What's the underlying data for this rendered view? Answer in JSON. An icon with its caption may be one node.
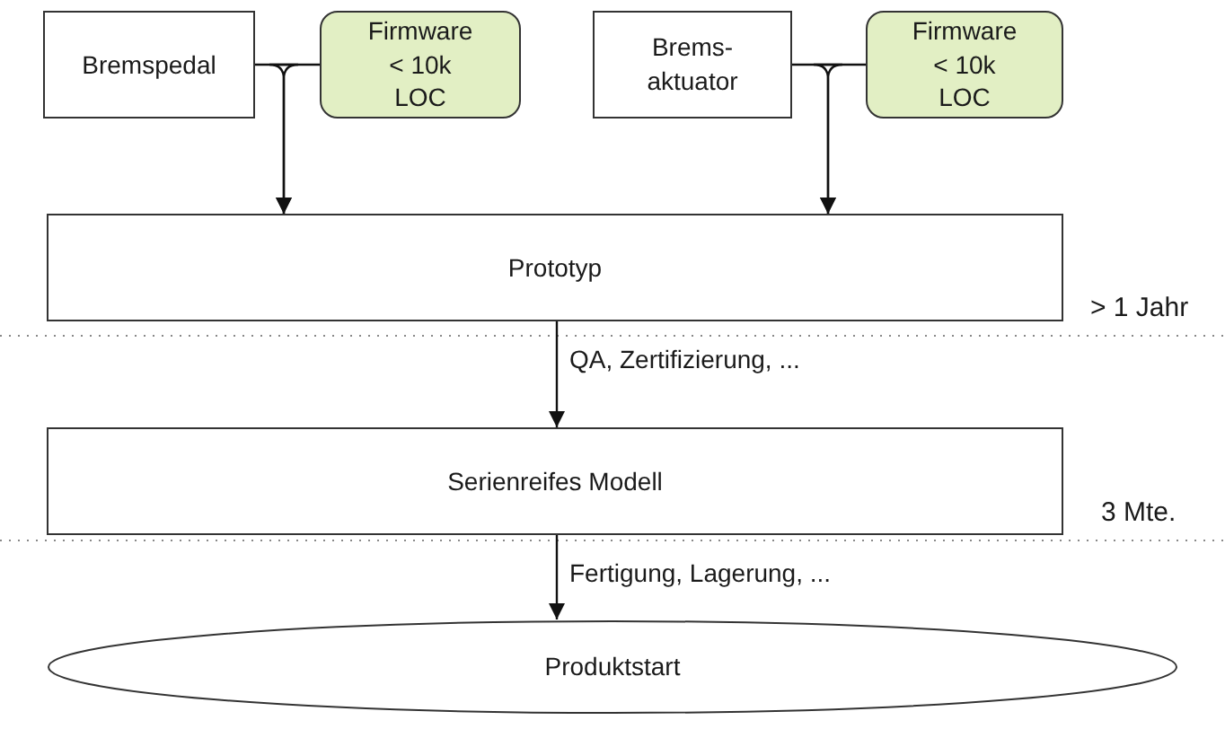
{
  "diagram": {
    "nodes": [
      {
        "text": [
          "Bremspedal"
        ]
      },
      {
        "text": [
          "Firmware < 10k LOC"
        ]
      },
      {
        "text": [
          "Brems- aktuator"
        ]
      },
      {
        "text": [
          "Firmware < 10k LOC"
        ]
      },
      {
        "text": [
          "Prototyp"
        ]
      },
      {
        "text": [
          "Serienreifes Modell"
        ]
      },
      {
        "text": [
          "Produktstart"
        ]
      }
    ],
    "edges": [
      {
        "from": 0,
        "to": 4,
        "arrow": "to"
      },
      {
        "from": 1,
        "to": 4,
        "arrow": "to"
      },
      {
        "from": 2,
        "to": 4,
        "arrow": "to"
      },
      {
        "from": 3,
        "to": 4,
        "arrow": "to"
      },
      {
        "from": 4,
        "to": 5,
        "arrow": "to",
        "label": "QA, Zertifizierung, ..."
      },
      {
        "from": 5,
        "to": 6,
        "arrow": "to",
        "label": "Fertigung, Lagerung, ..."
      }
    ],
    "labels": [
      "> 1 Jahr",
      "3 Mte."
    ]
  }
}
